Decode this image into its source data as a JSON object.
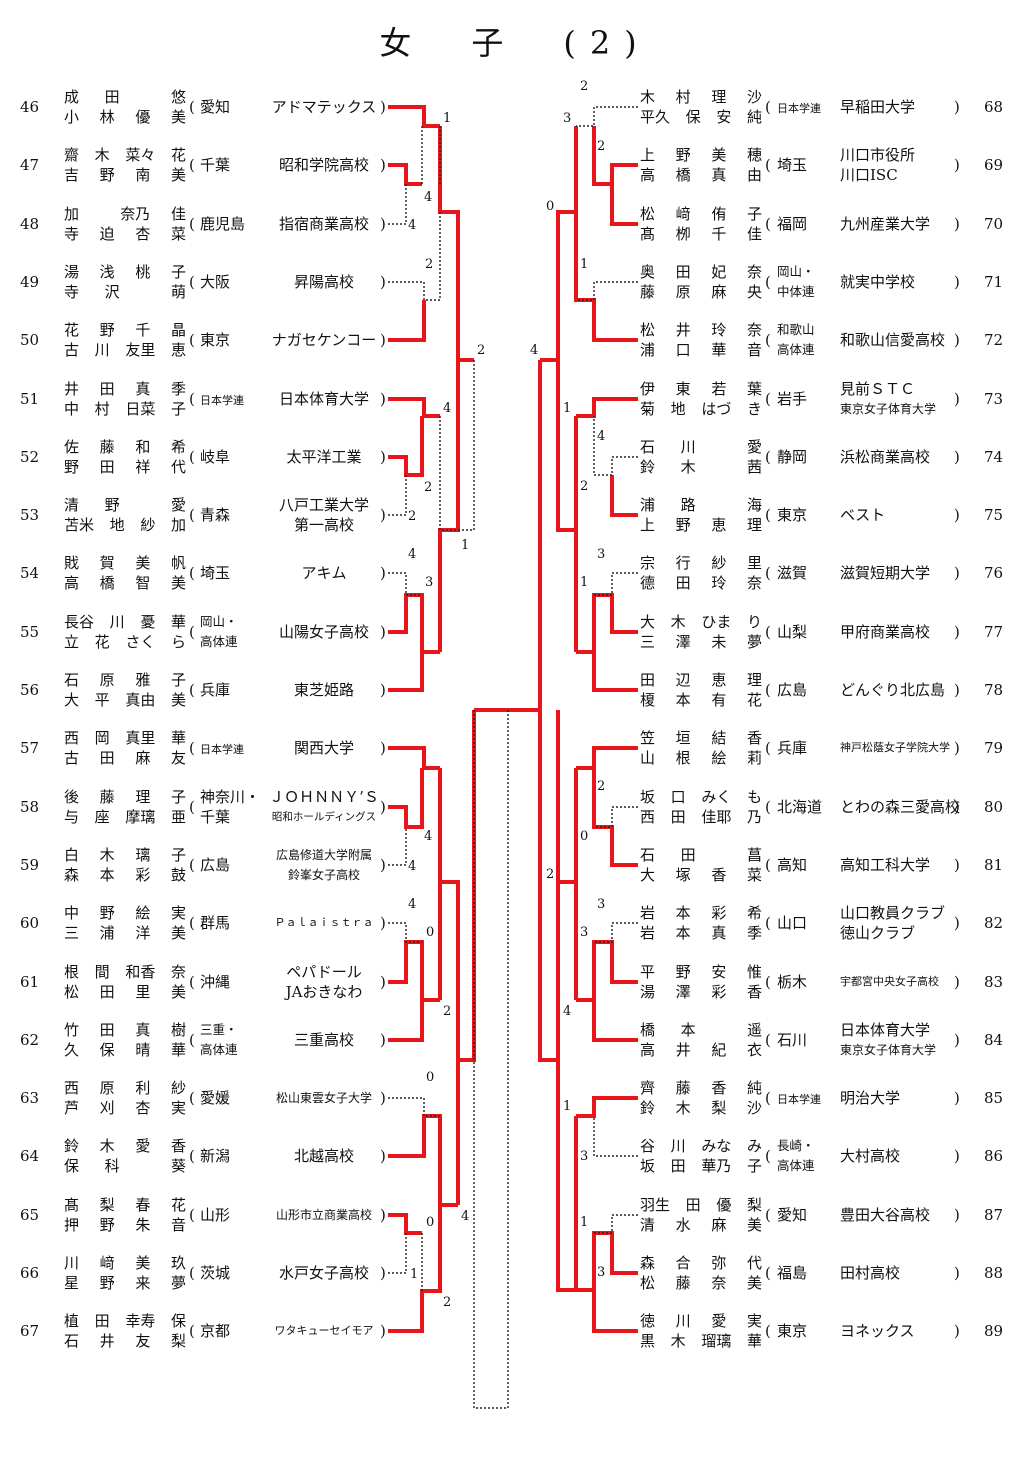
{
  "title": "女　子　(2)",
  "left": [
    {
      "no": "46",
      "p1": [
        "成",
        "田",
        "",
        "悠"
      ],
      "p2": [
        "小",
        "林",
        "優",
        "美"
      ],
      "pref": "愛知",
      "prefStyle": "n",
      "team": [
        "アドマテックス"
      ],
      "teamStyle": "n"
    },
    {
      "no": "47",
      "p1": [
        "齋",
        "木",
        "菜々",
        "花"
      ],
      "p2": [
        "吉",
        "野",
        "南",
        "美"
      ],
      "pref": "千葉",
      "prefStyle": "n",
      "team": [
        "昭和学院高校"
      ],
      "teamStyle": "n"
    },
    {
      "no": "48",
      "p1": [
        "加",
        "",
        "奈乃",
        "佳"
      ],
      "p2": [
        "寺",
        "迫",
        "杏",
        "菜"
      ],
      "pref": "鹿児島",
      "prefStyle": "n",
      "team": [
        "指宿商業高校"
      ],
      "teamStyle": "n"
    },
    {
      "no": "49",
      "p1": [
        "湯",
        "浅",
        "桃",
        "子"
      ],
      "p2": [
        "寺",
        "沢",
        "",
        "萌"
      ],
      "pref": "大阪",
      "prefStyle": "n",
      "team": [
        "昇陽高校"
      ],
      "teamStyle": "n"
    },
    {
      "no": "50",
      "p1": [
        "花",
        "野",
        "千",
        "晶"
      ],
      "p2": [
        "古",
        "川",
        "友里",
        "恵"
      ],
      "pref": "東京",
      "prefStyle": "n",
      "team": [
        "ナガセケンコー"
      ],
      "teamStyle": "n"
    },
    {
      "no": "51",
      "p1": [
        "井",
        "田",
        "真",
        "季"
      ],
      "p2": [
        "中",
        "村",
        "日菜",
        "子"
      ],
      "pref": "日本学連",
      "prefStyle": "small",
      "team": [
        "日本体育大学"
      ],
      "teamStyle": "n"
    },
    {
      "no": "52",
      "p1": [
        "佐",
        "藤",
        "和",
        "希"
      ],
      "p2": [
        "野",
        "田",
        "祥",
        "代"
      ],
      "pref": "岐阜",
      "prefStyle": "n",
      "team": [
        "太平洋工業"
      ],
      "teamStyle": "n"
    },
    {
      "no": "53",
      "p1": [
        "清",
        "野",
        "",
        "愛"
      ],
      "p2": [
        "苫米",
        "地",
        "紗",
        "加"
      ],
      "pref": "青森",
      "prefStyle": "n",
      "team": [
        "八戸工業大学",
        "第一高校"
      ],
      "teamStyle": "n"
    },
    {
      "no": "54",
      "p1": [
        "戝",
        "賀",
        "美",
        "帆"
      ],
      "p2": [
        "高",
        "橋",
        "智",
        "美"
      ],
      "pref": "埼玉",
      "prefStyle": "n",
      "team": [
        "アキム"
      ],
      "teamStyle": "n"
    },
    {
      "no": "55",
      "p1": [
        "長谷",
        "川",
        "憂",
        "華"
      ],
      "p2": [
        "立",
        "花",
        "さく",
        "ら"
      ],
      "pref": "岡山・高体連",
      "prefStyle": "two",
      "team": [
        "山陽女子高校"
      ],
      "teamStyle": "n"
    },
    {
      "no": "56",
      "p1": [
        "石",
        "原",
        "雅",
        "子"
      ],
      "p2": [
        "大",
        "平",
        "真由",
        "美"
      ],
      "pref": "兵庫",
      "prefStyle": "n",
      "team": [
        "東芝姫路"
      ],
      "teamStyle": "n"
    },
    {
      "no": "57",
      "p1": [
        "西",
        "岡",
        "真里",
        "華"
      ],
      "p2": [
        "古",
        "田",
        "麻",
        "友"
      ],
      "pref": "日本学連",
      "prefStyle": "small",
      "team": [
        "関西大学"
      ],
      "teamStyle": "n"
    },
    {
      "no": "58",
      "p1": [
        "後",
        "藤",
        "理",
        "子"
      ],
      "p2": [
        "与",
        "座",
        "摩璃",
        "亜"
      ],
      "pref": "神奈川・千葉",
      "prefStyle": "twobig",
      "team": [
        "ＪＯＨＮＮＹ’Ｓ",
        "昭和ホールディングス"
      ],
      "teamStyle": "mix"
    },
    {
      "no": "59",
      "p1": [
        "白",
        "木",
        "璃",
        "子"
      ],
      "p2": [
        "森",
        "本",
        "彩",
        "鼓"
      ],
      "pref": "広島",
      "prefStyle": "n",
      "team": [
        "広島修道大学附属",
        "鈴峯女子高校"
      ],
      "teamStyle": "s"
    },
    {
      "no": "60",
      "p1": [
        "中",
        "野",
        "絵",
        "実"
      ],
      "p2": [
        "三",
        "浦",
        "洋",
        "美"
      ],
      "pref": "群馬",
      "prefStyle": "n",
      "team": [
        "Ｐａｌａｉｓｔｒａ"
      ],
      "teamStyle": "xs"
    },
    {
      "no": "61",
      "p1": [
        "根",
        "間",
        "和香",
        "奈"
      ],
      "p2": [
        "松",
        "田",
        "里",
        "美"
      ],
      "pref": "沖縄",
      "prefStyle": "n",
      "team": [
        "ペパドール",
        "JAおきなわ"
      ],
      "teamStyle": "n"
    },
    {
      "no": "62",
      "p1": [
        "竹",
        "田",
        "真",
        "樹"
      ],
      "p2": [
        "久",
        "保",
        "晴",
        "華"
      ],
      "pref": "三重・高体連",
      "prefStyle": "two",
      "team": [
        "三重高校"
      ],
      "teamStyle": "n"
    },
    {
      "no": "63",
      "p1": [
        "西",
        "原",
        "利",
        "紗"
      ],
      "p2": [
        "芦",
        "刈",
        "杏",
        "実"
      ],
      "pref": "愛媛",
      "prefStyle": "n",
      "team": [
        "松山東雲女子大学"
      ],
      "teamStyle": "s"
    },
    {
      "no": "64",
      "p1": [
        "鈴",
        "木",
        "愛",
        "香"
      ],
      "p2": [
        "保",
        "科",
        "",
        "葵"
      ],
      "pref": "新潟",
      "prefStyle": "n",
      "team": [
        "北越高校"
      ],
      "teamStyle": "n"
    },
    {
      "no": "65",
      "p1": [
        "髙",
        "梨",
        "春",
        "花"
      ],
      "p2": [
        "押",
        "野",
        "朱",
        "音"
      ],
      "pref": "山形",
      "prefStyle": "n",
      "team": [
        "山形市立商業高校"
      ],
      "teamStyle": "s"
    },
    {
      "no": "66",
      "p1": [
        "川",
        "﨑",
        "美",
        "玖"
      ],
      "p2": [
        "星",
        "野",
        "来",
        "夢"
      ],
      "pref": "茨城",
      "prefStyle": "n",
      "team": [
        "水戸女子高校"
      ],
      "teamStyle": "n"
    },
    {
      "no": "67",
      "p1": [
        "植",
        "田",
        "幸寿",
        "保"
      ],
      "p2": [
        "石",
        "井",
        "友",
        "梨"
      ],
      "pref": "京都",
      "prefStyle": "n",
      "team": [
        "ワタキューセイモア"
      ],
      "teamStyle": "xs"
    }
  ],
  "right": [
    {
      "no": "68",
      "p1": [
        "木",
        "村",
        "理",
        "沙"
      ],
      "p2": [
        "平久",
        "保",
        "安",
        "純"
      ],
      "pref": "日本学連",
      "prefStyle": "small",
      "team": [
        "早稲田大学"
      ],
      "teamStyle": "n"
    },
    {
      "no": "69",
      "p1": [
        "上",
        "野",
        "美",
        "穂"
      ],
      "p2": [
        "高",
        "橋",
        "真",
        "由"
      ],
      "pref": "埼玉",
      "prefStyle": "n",
      "team": [
        "川口市役所",
        "川口ISC"
      ],
      "teamStyle": "n"
    },
    {
      "no": "70",
      "p1": [
        "松",
        "﨑",
        "侑",
        "子"
      ],
      "p2": [
        "髙",
        "栁",
        "千",
        "佳"
      ],
      "pref": "福岡",
      "prefStyle": "n",
      "team": [
        "九州産業大学"
      ],
      "teamStyle": "n"
    },
    {
      "no": "71",
      "p1": [
        "奥",
        "田",
        "妃",
        "奈"
      ],
      "p2": [
        "藤",
        "原",
        "麻",
        "央"
      ],
      "pref": "岡山・中体連",
      "prefStyle": "two",
      "team": [
        "就実中学校"
      ],
      "teamStyle": "n"
    },
    {
      "no": "72",
      "p1": [
        "松",
        "井",
        "玲",
        "奈"
      ],
      "p2": [
        "浦",
        "口",
        "華",
        "音"
      ],
      "pref": "和歌山高体連",
      "prefStyle": "two",
      "team": [
        "和歌山信愛高校"
      ],
      "teamStyle": "n"
    },
    {
      "no": "73",
      "p1": [
        "伊",
        "東",
        "若",
        "葉"
      ],
      "p2": [
        "菊",
        "地",
        "はづ",
        "き"
      ],
      "pref": "岩手",
      "prefStyle": "n",
      "team": [
        "見前ＳＴＣ",
        "東京女子体育大学"
      ],
      "teamStyle": "mix2"
    },
    {
      "no": "74",
      "p1": [
        "石",
        "川",
        "",
        "愛"
      ],
      "p2": [
        "鈴",
        "木",
        "",
        "茜"
      ],
      "pref": "静岡",
      "prefStyle": "n",
      "team": [
        "浜松商業高校"
      ],
      "teamStyle": "n"
    },
    {
      "no": "75",
      "p1": [
        "浦",
        "路",
        "",
        "海"
      ],
      "p2": [
        "上",
        "野",
        "恵",
        "理"
      ],
      "pref": "東京",
      "prefStyle": "n",
      "team": [
        "ベスト"
      ],
      "teamStyle": "n"
    },
    {
      "no": "76",
      "p1": [
        "宗",
        "行",
        "紗",
        "里"
      ],
      "p2": [
        "德",
        "田",
        "玲",
        "奈"
      ],
      "pref": "滋賀",
      "prefStyle": "n",
      "team": [
        "滋賀短期大学"
      ],
      "teamStyle": "n"
    },
    {
      "no": "77",
      "p1": [
        "大",
        "木",
        "ひま",
        "り"
      ],
      "p2": [
        "三",
        "澤",
        "未",
        "夢"
      ],
      "pref": "山梨",
      "prefStyle": "n",
      "team": [
        "甲府商業高校"
      ],
      "teamStyle": "n"
    },
    {
      "no": "78",
      "p1": [
        "田",
        "辺",
        "恵",
        "理"
      ],
      "p2": [
        "榎",
        "本",
        "有",
        "花"
      ],
      "pref": "広島",
      "prefStyle": "n",
      "team": [
        "どんぐり北広島"
      ],
      "teamStyle": "n"
    },
    {
      "no": "79",
      "p1": [
        "笠",
        "垣",
        "結",
        "香"
      ],
      "p2": [
        "山",
        "根",
        "絵",
        "莉"
      ],
      "pref": "兵庫",
      "prefStyle": "n",
      "team": [
        "神戸松蔭女子学院大学"
      ],
      "teamStyle": "xs"
    },
    {
      "no": "80",
      "p1": [
        "坂",
        "口",
        "みく",
        "も"
      ],
      "p2": [
        "西",
        "田",
        "佳耶",
        "乃"
      ],
      "pref": "北海道",
      "prefStyle": "n",
      "team": [
        "とわの森三愛高校"
      ],
      "teamStyle": "n"
    },
    {
      "no": "81",
      "p1": [
        "石",
        "田",
        "",
        "菖"
      ],
      "p2": [
        "大",
        "塚",
        "香",
        "菜"
      ],
      "pref": "高知",
      "prefStyle": "n",
      "team": [
        "高知工科大学"
      ],
      "teamStyle": "n"
    },
    {
      "no": "82",
      "p1": [
        "岩",
        "本",
        "彩",
        "希"
      ],
      "p2": [
        "岩",
        "本",
        "真",
        "季"
      ],
      "pref": "山口",
      "prefStyle": "n",
      "team": [
        "山口教員クラブ",
        "徳山クラブ"
      ],
      "teamStyle": "n"
    },
    {
      "no": "83",
      "p1": [
        "平",
        "野",
        "安",
        "惟"
      ],
      "p2": [
        "湯",
        "澤",
        "彩",
        "香"
      ],
      "pref": "栃木",
      "prefStyle": "n",
      "team": [
        "宇都宮中央女子高校"
      ],
      "teamStyle": "xs"
    },
    {
      "no": "84",
      "p1": [
        "橋",
        "本",
        "",
        "遥"
      ],
      "p2": [
        "高",
        "井",
        "紀",
        "衣"
      ],
      "pref": "石川",
      "prefStyle": "n",
      "team": [
        "日本体育大学",
        "東京女子体育大学"
      ],
      "teamStyle": "mix2"
    },
    {
      "no": "85",
      "p1": [
        "齊",
        "藤",
        "香",
        "純"
      ],
      "p2": [
        "鈴",
        "木",
        "梨",
        "沙"
      ],
      "pref": "日本学連",
      "prefStyle": "small",
      "team": [
        "明治大学"
      ],
      "teamStyle": "n"
    },
    {
      "no": "86",
      "p1": [
        "谷",
        "川",
        "みな",
        "み"
      ],
      "p2": [
        "坂",
        "田",
        "華乃",
        "子"
      ],
      "pref": "長崎・高体連",
      "prefStyle": "two",
      "team": [
        "大村高校"
      ],
      "teamStyle": "n"
    },
    {
      "no": "87",
      "p1": [
        "羽生",
        "田",
        "優",
        "梨"
      ],
      "p2": [
        "清",
        "水",
        "麻",
        "美"
      ],
      "pref": "愛知",
      "prefStyle": "n",
      "team": [
        "豊田大谷高校"
      ],
      "teamStyle": "n"
    },
    {
      "no": "88",
      "p1": [
        "森",
        "合",
        "弥",
        "代"
      ],
      "p2": [
        "松",
        "藤",
        "奈",
        "美"
      ],
      "pref": "福島",
      "prefStyle": "n",
      "team": [
        "田村高校"
      ],
      "teamStyle": "n"
    },
    {
      "no": "89",
      "p1": [
        "徳",
        "川",
        "愛",
        "実"
      ],
      "p2": [
        "黒",
        "木",
        "瑠璃",
        "華"
      ],
      "pref": "東京",
      "prefStyle": "n",
      "team": [
        "ヨネックス"
      ],
      "teamStyle": "n"
    }
  ],
  "scores": {
    "l46_47": "1",
    "l47a": "4",
    "l48": "4",
    "l49": "2",
    "l46_50": "2",
    "l51": "4",
    "l52": "2",
    "l53": "2",
    "l54": "4",
    "l55": "3",
    "l51_56": "1",
    "l57": "4",
    "l58": "4",
    "l59": "4",
    "l60": "4",
    "l61": "0",
    "l62": "2",
    "l63": "0",
    "l65": "0",
    "l66": "1",
    "l67": "2",
    "l57_67": "4",
    "r68": "2",
    "r68b": "3",
    "r69": "2",
    "r70": "0",
    "r71": "1",
    "r72": "4",
    "r73": "1",
    "r74": "4",
    "r75": "2",
    "r76": "3",
    "r77": "1",
    "r79": "2",
    "r80": "2",
    "r81": "0",
    "r82": "3",
    "r83": "3",
    "r84": "4",
    "r85": "1",
    "r86": "3",
    "r87": "1",
    "r88": "3"
  }
}
